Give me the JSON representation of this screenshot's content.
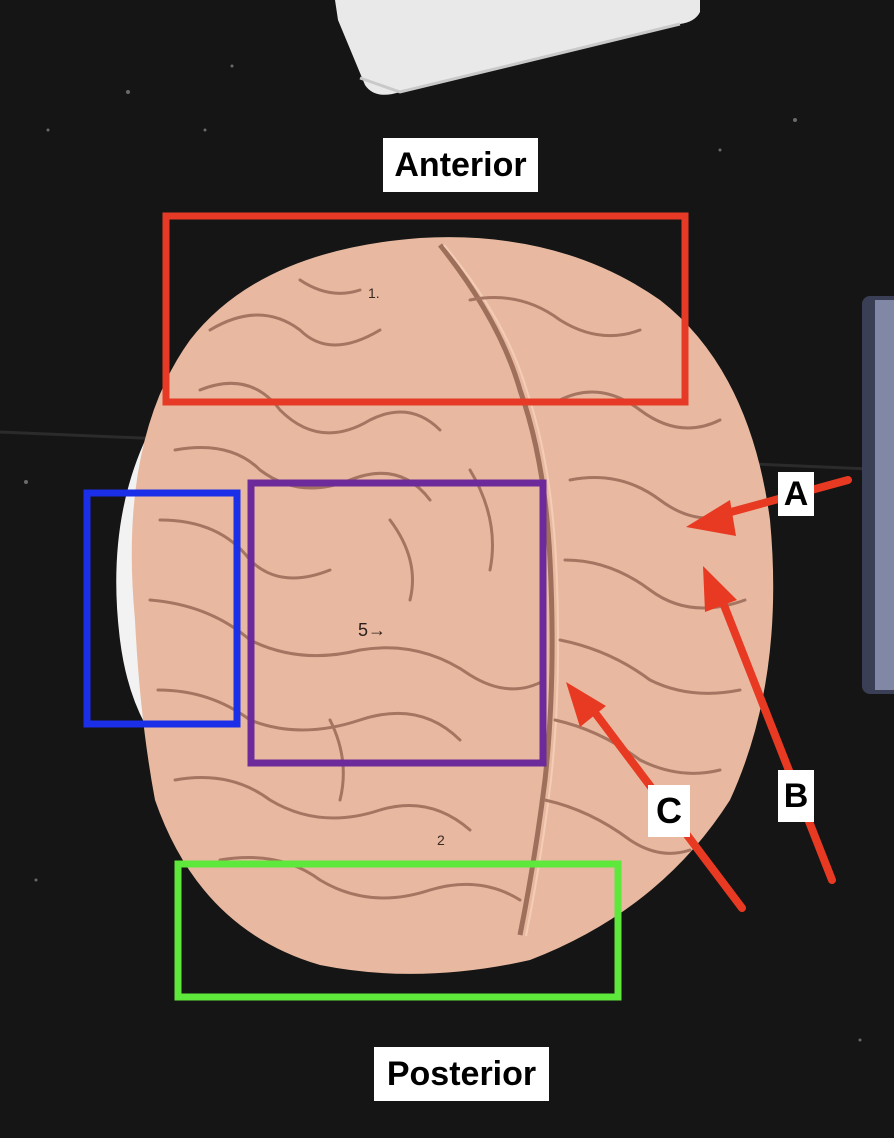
{
  "labels": {
    "anterior": "Anterior",
    "posterior": "Posterior",
    "a": "A",
    "b": "B",
    "c": "C"
  },
  "model_markings": {
    "frontal": "1.",
    "center": "5→",
    "occipital": "2"
  },
  "colors": {
    "background": "#151515",
    "brain": "#e8b9a0",
    "sulcus": "#9e6f5b",
    "box_red": "#e63a26",
    "box_blue": "#1c2fe8",
    "box_purple": "#6c2a9a",
    "box_green": "#5ee83c",
    "arrow": "#e83a22"
  }
}
